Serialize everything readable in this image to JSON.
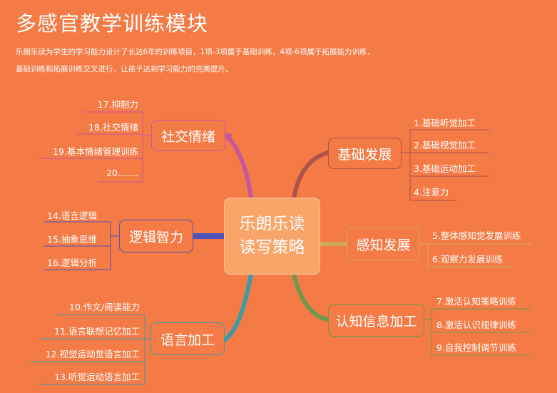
{
  "header": {
    "title": "多感官教学训练模块",
    "desc_line1": "乐朗乐读为学生的学习能力设计了长达6年的训练项目，1项-3项属于基础训练，4项-6项属于拓展能力训练，",
    "desc_line2": "基础训练和拓展训练交叉进行，让孩子达到学习能力的完美提升。"
  },
  "center": {
    "line1": "乐朗乐读",
    "line2": "读写策略"
  },
  "branches": {
    "social": {
      "label": "社交情绪",
      "color": "#c9559a",
      "items": [
        "17.抑制力",
        "18.社交情绪",
        "19.基本情绪管理训练",
        "20.……"
      ]
    },
    "logic": {
      "label": "逻辑智力",
      "color": "#4f53b8",
      "items": [
        "14.语言逻辑",
        "15.抽象思维",
        "16.逻辑分析"
      ]
    },
    "language": {
      "label": "语言加工",
      "color": "#3f9aa6",
      "items": [
        "10.作文/阅读能力",
        "11.语言联想记忆加工",
        "12.视觉运动觉语言加工",
        "13.听觉运动语言加工"
      ]
    },
    "basic": {
      "label": "基础发展",
      "color": "#b0524a",
      "items": [
        "1.基础听觉加工",
        "2.基础视觉加工",
        "3.基础运动加工",
        "4.注意力"
      ]
    },
    "perceive": {
      "label": "感知发展",
      "color": "#cfa95a",
      "items": [
        "5.整体感知觉发展训练",
        "6.观察力发展训练"
      ]
    },
    "cognitive": {
      "label": "认知信息加工",
      "color": "#6f9a4a",
      "items": [
        "7.激活认知策略训练",
        "8.激活认识规律训练",
        "9.自我控制调节训练"
      ]
    }
  }
}
